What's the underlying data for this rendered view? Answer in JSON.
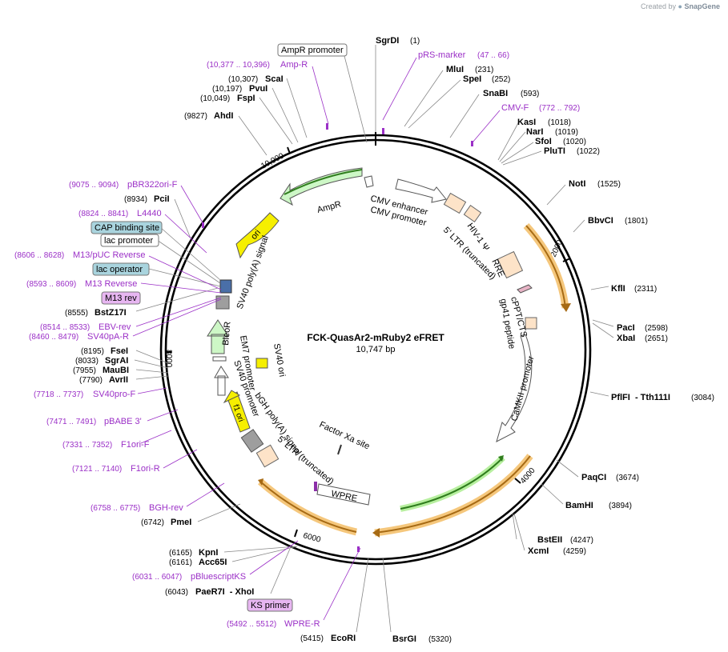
{
  "credit": {
    "prefix": "Created by",
    "brand": "SnapGene"
  },
  "plasmid": {
    "name": "FCK-QuasAr2-mRuby2 eFRET",
    "size": "10,747 bp"
  },
  "ticks": [
    "2000",
    "4000",
    "6000",
    "8000",
    "10,000"
  ],
  "sites": [
    {
      "name": "SgrDI",
      "pos": "(1)"
    },
    {
      "name": "MluI",
      "pos": "(231)"
    },
    {
      "name": "SpeI",
      "pos": "(252)"
    },
    {
      "name": "SnaBI",
      "pos": "(593)"
    },
    {
      "name": "KasI",
      "pos": "(1018)"
    },
    {
      "name": "NarI",
      "pos": "(1019)"
    },
    {
      "name": "SfoI",
      "pos": "(1020)"
    },
    {
      "name": "PluTI",
      "pos": "(1022)"
    },
    {
      "name": "NotI",
      "pos": "(1525)"
    },
    {
      "name": "BbvCI",
      "pos": "(1801)"
    },
    {
      "name": "KflI",
      "pos": "(2311)"
    },
    {
      "name": "PacI",
      "pos": "(2598)"
    },
    {
      "name": "XbaI",
      "pos": "(2651)"
    },
    {
      "name": "PflFI  - Tth111I",
      "pos": "(3084)"
    },
    {
      "name": "PaqCI",
      "pos": "(3674)"
    },
    {
      "name": "BamHI",
      "pos": "(3894)"
    },
    {
      "name": "BstEII",
      "pos": "(4247)"
    },
    {
      "name": "XcmI",
      "pos": "(4259)"
    },
    {
      "name": "BsrGI",
      "pos": "(5320)"
    },
    {
      "name": "EcoRI",
      "pos": "(5415)"
    },
    {
      "name": "PaeR7I  - XhoI",
      "pos": "(6043)"
    },
    {
      "name": "Acc65I",
      "pos": "(6161)"
    },
    {
      "name": "KpnI",
      "pos": "(6165)"
    },
    {
      "name": "PmeI",
      "pos": "(6742)"
    },
    {
      "name": "AvrII",
      "pos": "(7790)"
    },
    {
      "name": "MauBI",
      "pos": "(7955)"
    },
    {
      "name": "SgrAI",
      "pos": "(8033)"
    },
    {
      "name": "FseI",
      "pos": "(8195)"
    },
    {
      "name": "BstZ17I",
      "pos": "(8555)"
    },
    {
      "name": "PciI",
      "pos": "(8934)"
    },
    {
      "name": "AhdI",
      "pos": "(9827)"
    },
    {
      "name": "FspI",
      "pos": "(10,049)"
    },
    {
      "name": "PvuI",
      "pos": "(10,197)"
    },
    {
      "name": "ScaI",
      "pos": "(10,307)"
    }
  ],
  "primers": [
    {
      "name": "pRS-marker",
      "range": "(47 .. 66)"
    },
    {
      "name": "CMV-F",
      "range": "(772 .. 792)"
    },
    {
      "name": "WPRE-R",
      "range": "(5492 .. 5512)"
    },
    {
      "name": "pBluescriptKS",
      "range": "(6031 .. 6047)"
    },
    {
      "name": "BGH-rev",
      "range": "(6758 .. 6775)"
    },
    {
      "name": "F1ori-R",
      "range": "(7121 .. 7140)"
    },
    {
      "name": "F1ori-F",
      "range": "(7331 .. 7352)"
    },
    {
      "name": "pBABE 3'",
      "range": "(7471 .. 7491)"
    },
    {
      "name": "SV40pro-F",
      "range": "(7718 .. 7737)"
    },
    {
      "name": "SV40pA-R",
      "range": "(8460 .. 8479)"
    },
    {
      "name": "EBV-rev",
      "range": "(8514 .. 8533)"
    },
    {
      "name": "M13 Reverse",
      "range": "(8593 .. 8609)"
    },
    {
      "name": "M13/pUC Reverse",
      "range": "(8606 .. 8628)"
    },
    {
      "name": "L4440",
      "range": "(8824 .. 8841)"
    },
    {
      "name": "pBR322ori-F",
      "range": "(9075 .. 9094)"
    },
    {
      "name": "Amp-R",
      "range": "(10,377 .. 10,396)"
    }
  ],
  "boxed_labels": {
    "ampr_promoter": "AmpR promoter",
    "cap_site": "CAP binding site",
    "lac_promoter": "lac promoter",
    "lac_operator": "lac operator",
    "m13_rev": "M13 rev",
    "ks_primer": "KS primer"
  },
  "features": {
    "cmv_enhancer": "CMV enhancer",
    "cmv_promoter": "CMV promoter",
    "ltr5": "5' LTR (truncated)",
    "hiv_psi": "HIV-1 Ψ",
    "rre": "RRE",
    "cppt": "cPPT/CTS",
    "gp41": "gp41 peptide",
    "camkii": "CaMKII promoter",
    "factor_xa": "Factor Xa site",
    "wpre": "WPRE",
    "ltr5b": "5' LTR (truncated)",
    "bgh": "bGH poly(A) signal",
    "f1ori": "f1 ori",
    "sv40prom": "SV40 promoter",
    "em7": "EM7 promoter",
    "bleor": "BleoR",
    "sv40ori": "SV40 ori",
    "sv40pa": "SV40 poly(A) signal",
    "ori": "ori",
    "ampr": "AmpR"
  },
  "colors": {
    "primer_label": "#9b30c7",
    "cds_orange": "#e8961e",
    "ampr_green": "#cdf7c6",
    "ori_yellow": "#f6ef00",
    "cmv_white": "#ffffff",
    "ltr_peach": "#fde3c8",
    "grey_box": "#9e9e9e",
    "cap_blue": "#a9d4de",
    "m13_pink": "#e7b6f1"
  }
}
